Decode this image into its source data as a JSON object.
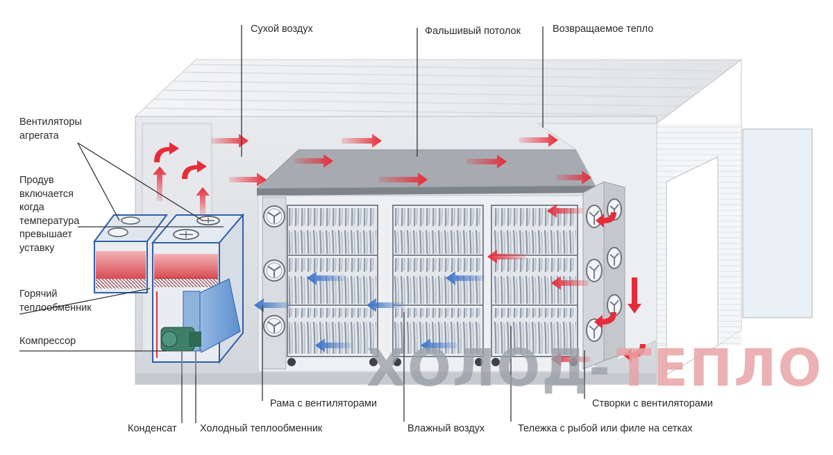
{
  "labels": {
    "dry_air": "Сухой воздух",
    "false_ceiling": "Фальшивый потолок",
    "returned_heat": "Возвращаемое тепло",
    "unit_fans": "Вентиляторы\nагрегата",
    "blowing": "Продув\nвключается\nкогда\nтемпература\nпревышает\nуставку",
    "hot_exchanger": "Горячий\nтеплообменник",
    "compressor": "Компрессор",
    "fan_frame": "Рама с вентиляторами",
    "condensate": "Конденсат",
    "cold_exchanger": "Холодный теплообменник",
    "humid_air": "Влажный воздух",
    "trolley": "Тележка с рыбой или филе на сетках",
    "fan_doors": "Створки с вентиляторами"
  },
  "watermark": {
    "part1": "ХОЛОД-",
    "part2": "ТЕПЛО"
  },
  "colors": {
    "hot_arrow": "#e52d3a",
    "cold_arrow": "#3a73c9",
    "frame_blue": "#2f5ea8",
    "wall": "#dfe1e4",
    "wall_dark": "#b7babf",
    "leader": "#333333",
    "watermark_grey": "#9aa0a8",
    "watermark_red": "#e8a4a6"
  }
}
